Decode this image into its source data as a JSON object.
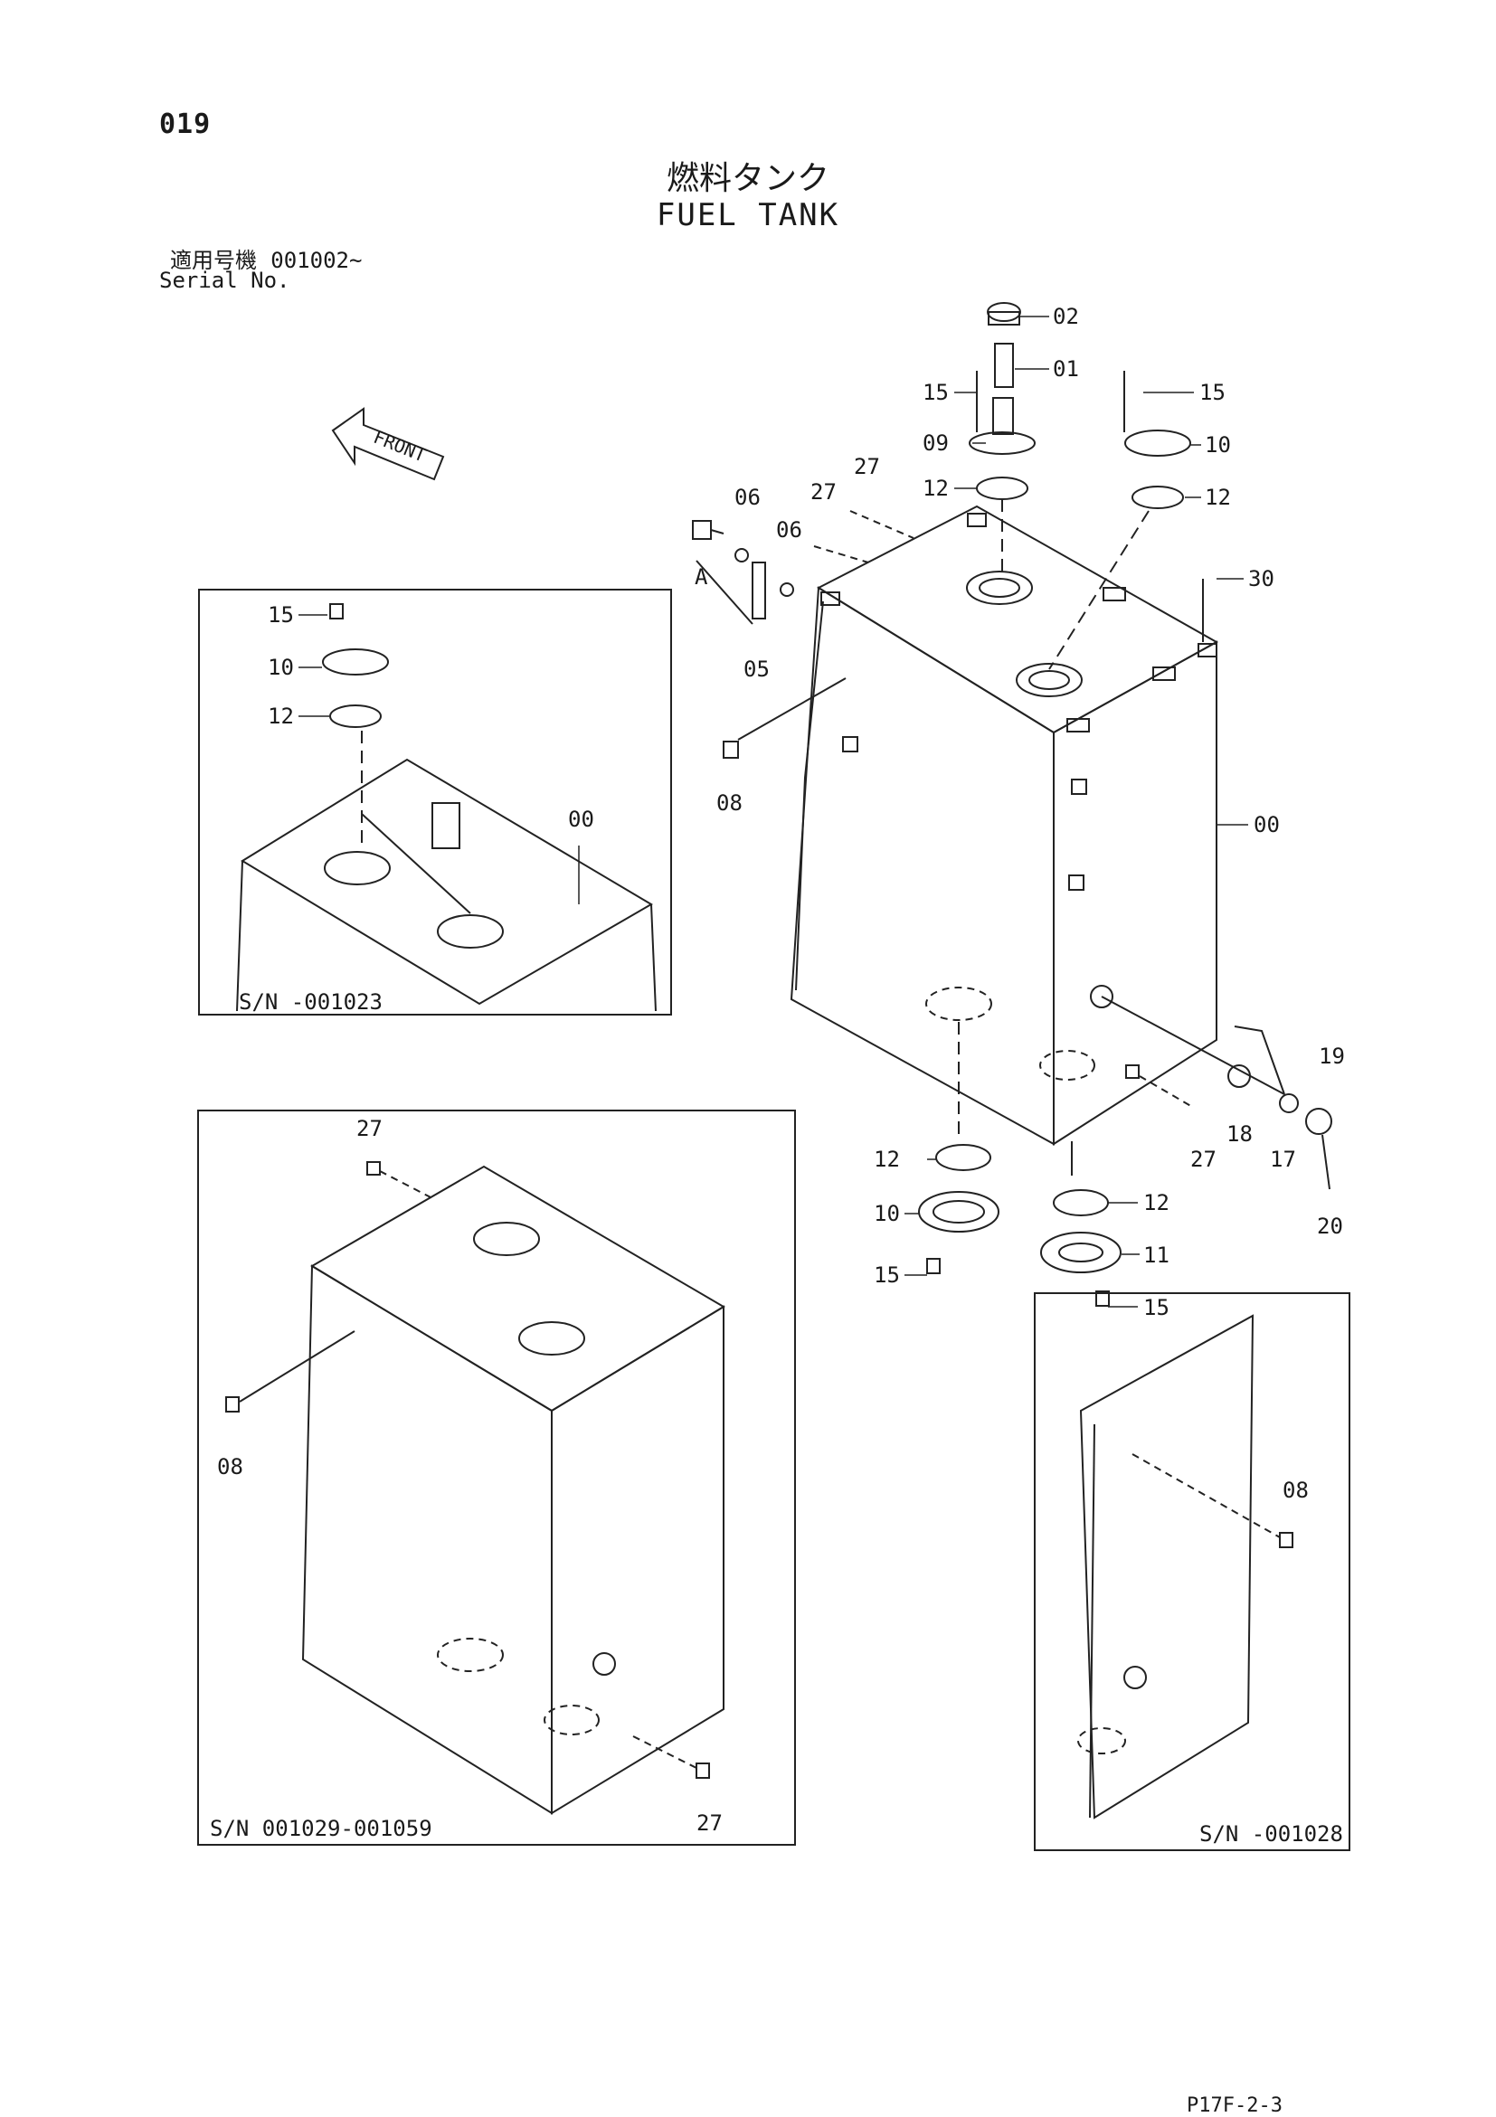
{
  "page": {
    "number": "019",
    "title_jp": "燃料タンク",
    "title_en": "FUEL TANK",
    "serial_label_jp": "適用号機",
    "serial_value": "001002~",
    "serial_label_en": "Serial No.",
    "footer_code": "P17F-2-3"
  },
  "front_label": "FRONT",
  "main_callouts": [
    "02",
    "01",
    "15",
    "15",
    "09",
    "10",
    "12",
    "12",
    "27",
    "27",
    "06",
    "06",
    "A",
    "05",
    "30",
    "08",
    "00",
    "19",
    "18",
    "27",
    "17",
    "20",
    "12",
    "12",
    "10",
    "11",
    "15",
    "15"
  ],
  "insets": [
    {
      "caption": "S/N -001023",
      "callouts": [
        "15",
        "10",
        "12",
        "00"
      ]
    },
    {
      "caption": "S/N 001029-001059",
      "callouts": [
        "27",
        "08",
        "27"
      ]
    },
    {
      "caption": "S/N -001028",
      "callouts": [
        "08"
      ]
    }
  ]
}
